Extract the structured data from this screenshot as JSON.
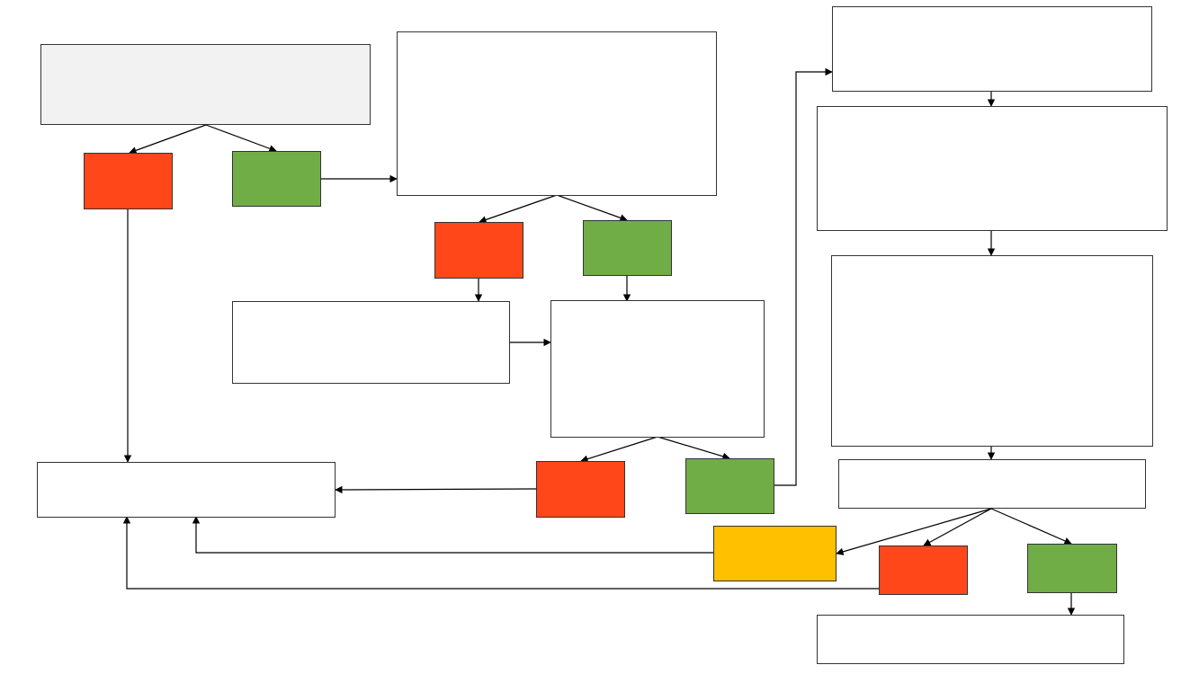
{
  "diagram": {
    "nodes": [
      {
        "id": "start-box",
        "label": "",
        "color": "#f2f2f2"
      },
      {
        "id": "start-no",
        "label": "",
        "color": "#ff471a"
      },
      {
        "id": "start-yes",
        "label": "",
        "color": "#70ad47"
      },
      {
        "id": "process-box-1",
        "label": "",
        "color": "#ffffff"
      },
      {
        "id": "process-1-no",
        "label": "",
        "color": "#ff471a"
      },
      {
        "id": "process-1-yes",
        "label": "",
        "color": "#70ad47"
      },
      {
        "id": "mid-left-box",
        "label": "",
        "color": "#ffffff"
      },
      {
        "id": "process-box-2",
        "label": "",
        "color": "#ffffff"
      },
      {
        "id": "process-2-no",
        "label": "",
        "color": "#ff471a"
      },
      {
        "id": "process-2-yes",
        "label": "",
        "color": "#70ad47"
      },
      {
        "id": "end-left-box",
        "label": "",
        "color": "#ffffff"
      },
      {
        "id": "right-box-1",
        "label": "",
        "color": "#ffffff"
      },
      {
        "id": "right-box-2",
        "label": "",
        "color": "#ffffff"
      },
      {
        "id": "right-box-3",
        "label": "",
        "color": "#ffffff"
      },
      {
        "id": "right-box-4",
        "label": "",
        "color": "#ffffff"
      },
      {
        "id": "right-maybe",
        "label": "",
        "color": "#ffc000"
      },
      {
        "id": "right-no",
        "label": "",
        "color": "#ff471a"
      },
      {
        "id": "right-yes",
        "label": "",
        "color": "#70ad47"
      },
      {
        "id": "end-right-box",
        "label": "",
        "color": "#ffffff"
      }
    ],
    "edges": [
      {
        "from": "start-box",
        "to": "start-no"
      },
      {
        "from": "start-box",
        "to": "start-yes"
      },
      {
        "from": "start-yes",
        "to": "process-box-1"
      },
      {
        "from": "start-no",
        "to": "end-left-box"
      },
      {
        "from": "process-box-1",
        "to": "process-1-no"
      },
      {
        "from": "process-box-1",
        "to": "process-1-yes"
      },
      {
        "from": "process-1-no",
        "to": "mid-left-box"
      },
      {
        "from": "process-1-yes",
        "to": "process-box-2"
      },
      {
        "from": "mid-left-box",
        "to": "process-box-2"
      },
      {
        "from": "process-box-2",
        "to": "process-2-no"
      },
      {
        "from": "process-box-2",
        "to": "process-2-yes"
      },
      {
        "from": "process-2-no",
        "to": "end-left-box"
      },
      {
        "from": "process-2-yes",
        "to": "right-box-1"
      },
      {
        "from": "right-box-1",
        "to": "right-box-2"
      },
      {
        "from": "right-box-2",
        "to": "right-box-3"
      },
      {
        "from": "right-box-3",
        "to": "right-box-4"
      },
      {
        "from": "right-box-4",
        "to": "right-maybe"
      },
      {
        "from": "right-box-4",
        "to": "right-no"
      },
      {
        "from": "right-box-4",
        "to": "right-yes"
      },
      {
        "from": "right-maybe",
        "to": "end-left-box"
      },
      {
        "from": "right-no",
        "to": "end-left-box"
      },
      {
        "from": "right-yes",
        "to": "end-right-box"
      }
    ]
  }
}
